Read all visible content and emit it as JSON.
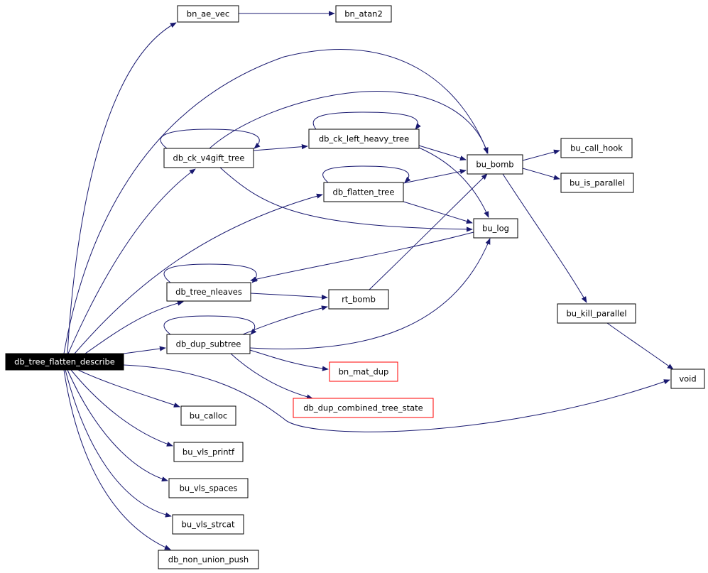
{
  "colors": {
    "edge": "#191970",
    "node_border": "#000000",
    "node_border_truncated": "#ff0000",
    "root_fill": "#000000",
    "root_text": "#ffffff",
    "node_fill": "#ffffff",
    "node_text": "#000000"
  },
  "nodes": {
    "root": {
      "label": "db_tree_flatten_describe"
    },
    "bn_ae_vec": {
      "label": "bn_ae_vec"
    },
    "bn_atan2": {
      "label": "bn_atan2"
    },
    "db_ck_v4gift_tree": {
      "label": "db_ck_v4gift_tree"
    },
    "db_ck_left_heavy_tree": {
      "label": "db_ck_left_heavy_tree"
    },
    "bu_bomb": {
      "label": "bu_bomb"
    },
    "bu_call_hook": {
      "label": "bu_call_hook"
    },
    "bu_is_parallel": {
      "label": "bu_is_parallel"
    },
    "db_flatten_tree": {
      "label": "db_flatten_tree"
    },
    "bu_log": {
      "label": "bu_log"
    },
    "db_tree_nleaves": {
      "label": "db_tree_nleaves"
    },
    "rt_bomb": {
      "label": "rt_bomb"
    },
    "bu_kill_parallel": {
      "label": "bu_kill_parallel"
    },
    "db_dup_subtree": {
      "label": "db_dup_subtree"
    },
    "bn_mat_dup": {
      "label": "bn_mat_dup",
      "truncated": true
    },
    "void": {
      "label": "void"
    },
    "db_dup_combined_tree_state": {
      "label": "db_dup_combined_tree_state",
      "truncated": true
    },
    "bu_calloc": {
      "label": "bu_calloc"
    },
    "bu_vls_printf": {
      "label": "bu_vls_printf"
    },
    "bu_vls_spaces": {
      "label": "bu_vls_spaces"
    },
    "bu_vls_strcat": {
      "label": "bu_vls_strcat"
    },
    "db_non_union_push": {
      "label": "db_non_union_push"
    }
  },
  "edges": [
    {
      "from": "root",
      "to": "bn_ae_vec"
    },
    {
      "from": "root",
      "to": "bu_bomb"
    },
    {
      "from": "root",
      "to": "db_ck_v4gift_tree"
    },
    {
      "from": "root",
      "to": "db_flatten_tree"
    },
    {
      "from": "root",
      "to": "db_tree_nleaves"
    },
    {
      "from": "root",
      "to": "db_dup_subtree"
    },
    {
      "from": "root",
      "to": "void"
    },
    {
      "from": "root",
      "to": "bu_calloc"
    },
    {
      "from": "root",
      "to": "bu_vls_printf"
    },
    {
      "from": "root",
      "to": "bu_vls_spaces"
    },
    {
      "from": "root",
      "to": "bu_vls_strcat"
    },
    {
      "from": "root",
      "to": "db_non_union_push"
    },
    {
      "from": "bn_ae_vec",
      "to": "bn_atan2"
    },
    {
      "from": "db_ck_v4gift_tree",
      "to": "db_ck_v4gift_tree"
    },
    {
      "from": "db_ck_v4gift_tree",
      "to": "db_ck_left_heavy_tree"
    },
    {
      "from": "db_ck_v4gift_tree",
      "to": "bu_bomb"
    },
    {
      "from": "db_ck_v4gift_tree",
      "to": "bu_log"
    },
    {
      "from": "db_ck_left_heavy_tree",
      "to": "db_ck_left_heavy_tree"
    },
    {
      "from": "db_ck_left_heavy_tree",
      "to": "bu_bomb"
    },
    {
      "from": "db_ck_left_heavy_tree",
      "to": "bu_log"
    },
    {
      "from": "bu_bomb",
      "to": "bu_call_hook"
    },
    {
      "from": "bu_bomb",
      "to": "bu_is_parallel"
    },
    {
      "from": "bu_bomb",
      "to": "bu_kill_parallel"
    },
    {
      "from": "db_flatten_tree",
      "to": "db_flatten_tree"
    },
    {
      "from": "db_flatten_tree",
      "to": "bu_bomb"
    },
    {
      "from": "db_flatten_tree",
      "to": "bu_log"
    },
    {
      "from": "db_tree_nleaves",
      "to": "db_tree_nleaves"
    },
    {
      "from": "db_tree_nleaves",
      "to": "rt_bomb"
    },
    {
      "from": "bu_log",
      "to": "db_tree_nleaves"
    },
    {
      "from": "rt_bomb",
      "to": "bu_bomb"
    },
    {
      "from": "bu_kill_parallel",
      "to": "void"
    },
    {
      "from": "db_dup_subtree",
      "to": "db_dup_subtree"
    },
    {
      "from": "db_dup_subtree",
      "to": "rt_bomb"
    },
    {
      "from": "db_dup_subtree",
      "to": "bu_log"
    },
    {
      "from": "db_dup_subtree",
      "to": "bn_mat_dup"
    },
    {
      "from": "db_dup_subtree",
      "to": "db_dup_combined_tree_state"
    }
  ]
}
